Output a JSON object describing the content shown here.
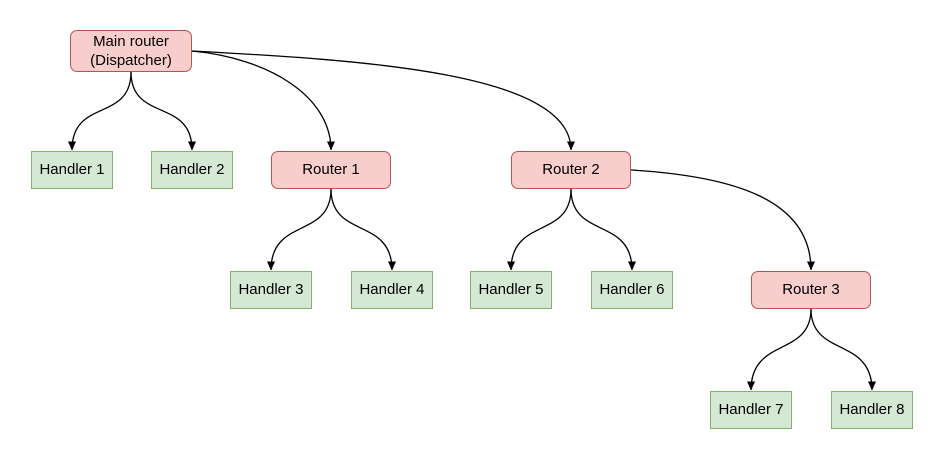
{
  "diagram": {
    "type": "tree-flowchart",
    "background": "#ffffff",
    "colors": {
      "router_fill": "#f8cecc",
      "router_border": "#b85450",
      "handler_fill": "#d5e8d4",
      "handler_border": "#82b366",
      "edge": "#000000",
      "text": "#000000"
    },
    "nodes": {
      "main": {
        "label": "Main router\n(Dispatcher)",
        "type": "router"
      },
      "router1": {
        "label": "Router 1",
        "type": "router"
      },
      "router2": {
        "label": "Router 2",
        "type": "router"
      },
      "router3": {
        "label": "Router 3",
        "type": "router"
      },
      "handler1": {
        "label": "Handler 1",
        "type": "handler"
      },
      "handler2": {
        "label": "Handler 2",
        "type": "handler"
      },
      "handler3": {
        "label": "Handler 3",
        "type": "handler"
      },
      "handler4": {
        "label": "Handler 4",
        "type": "handler"
      },
      "handler5": {
        "label": "Handler 5",
        "type": "handler"
      },
      "handler6": {
        "label": "Handler 6",
        "type": "handler"
      },
      "handler7": {
        "label": "Handler 7",
        "type": "handler"
      },
      "handler8": {
        "label": "Handler 8",
        "type": "handler"
      }
    },
    "edges": [
      {
        "from": "Main router (Dispatcher)",
        "to": "Handler 1"
      },
      {
        "from": "Main router (Dispatcher)",
        "to": "Handler 2"
      },
      {
        "from": "Main router (Dispatcher)",
        "to": "Router 1"
      },
      {
        "from": "Main router (Dispatcher)",
        "to": "Router 2"
      },
      {
        "from": "Router 1",
        "to": "Handler 3"
      },
      {
        "from": "Router 1",
        "to": "Handler 4"
      },
      {
        "from": "Router 2",
        "to": "Handler 5"
      },
      {
        "from": "Router 2",
        "to": "Handler 6"
      },
      {
        "from": "Router 2",
        "to": "Router 3"
      },
      {
        "from": "Router 3",
        "to": "Handler 7"
      },
      {
        "from": "Router 3",
        "to": "Handler 8"
      }
    ]
  }
}
